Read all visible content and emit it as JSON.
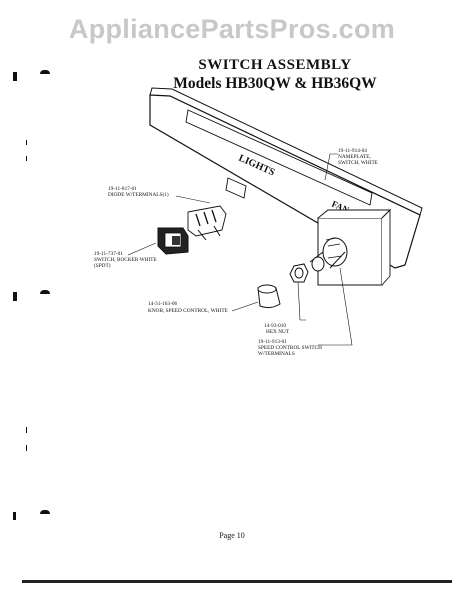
{
  "watermark": "AppliancePartsPros.com",
  "heading": {
    "title": "SWITCH ASSEMBLY",
    "subtitle": "Models HB30QW & HB36QW"
  },
  "panel": {
    "lights_label": "LIGHTS",
    "fan_label": "FAN"
  },
  "callouts": {
    "nameplate": {
      "part": "19-11-914-04",
      "line1": "NAMEPLATE,",
      "line2": "SWITCH, WHITE"
    },
    "diode": {
      "part": "19-11-817-01",
      "line1": "DIODE W/TERMINALS(1)"
    },
    "rocker": {
      "part": "19-11-737-01",
      "line1": "SWITCH, ROCKER WHITE",
      "line2": "(SPDT)"
    },
    "knob": {
      "part": "14-31-163-06",
      "line1": "KNOB, SPEED CONTROL, WHITE"
    },
    "hexnut": {
      "part": "14-93-010",
      "line1": "HEX NUT"
    },
    "speed_switch": {
      "part": "19-11-913-01",
      "line1": "SPEED CONTROL SWITCH",
      "line2": "W/TERMINALS"
    }
  },
  "footer": {
    "page": "Page 10"
  }
}
